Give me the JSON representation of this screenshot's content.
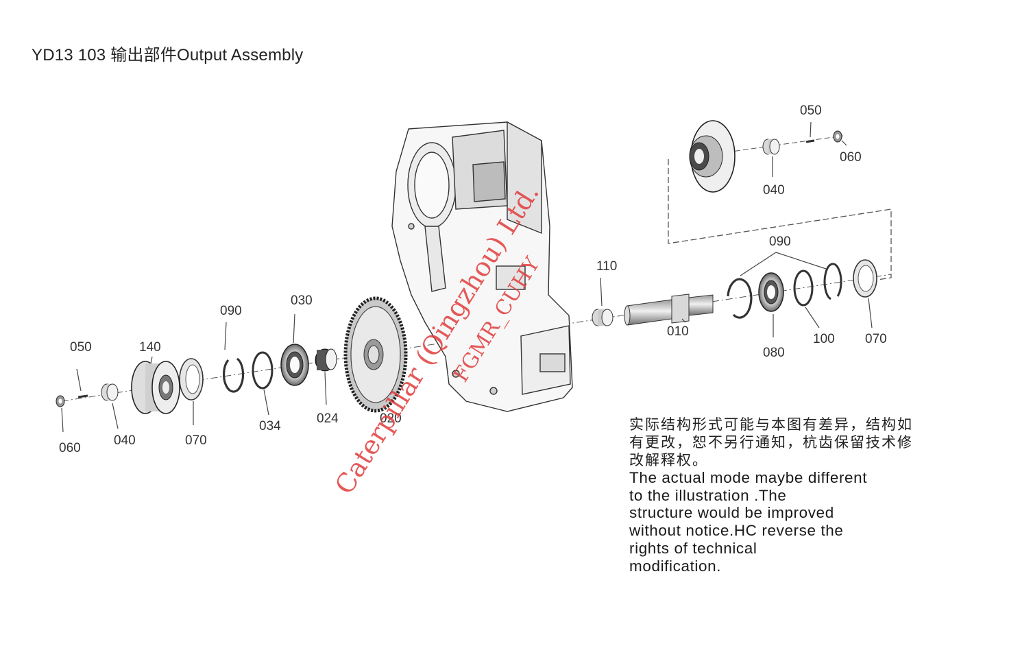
{
  "title": "YD13 103 输出部件Output Assembly",
  "note": {
    "cn": "实际结构形式可能与本图有差异，结构如有更改，恕不另行通知，杭齿保留技术修改解释权。",
    "en": "The actual mode maybe different\nto the illustration .The\nstructure would be improved\nwithout notice.HC reverse the\nrights of technical\nmodification."
  },
  "callouts": {
    "c050_left": "050",
    "c060_left": "060",
    "c040_left": "040",
    "c140": "140",
    "c070_left": "070",
    "c090_left": "090",
    "c034": "034",
    "c030": "030",
    "c024": "024",
    "c020": "020",
    "c110": "110",
    "c010": "010",
    "c090_right": "090",
    "c080": "080",
    "c100": "100",
    "c070_right": "070",
    "c050_top": "050",
    "c060_top": "060",
    "c040_top": "040"
  },
  "watermark": {
    "line1": "Caterpillar (Qingzhou) Ltd.",
    "line2": "FGMR_CUHY"
  }
}
